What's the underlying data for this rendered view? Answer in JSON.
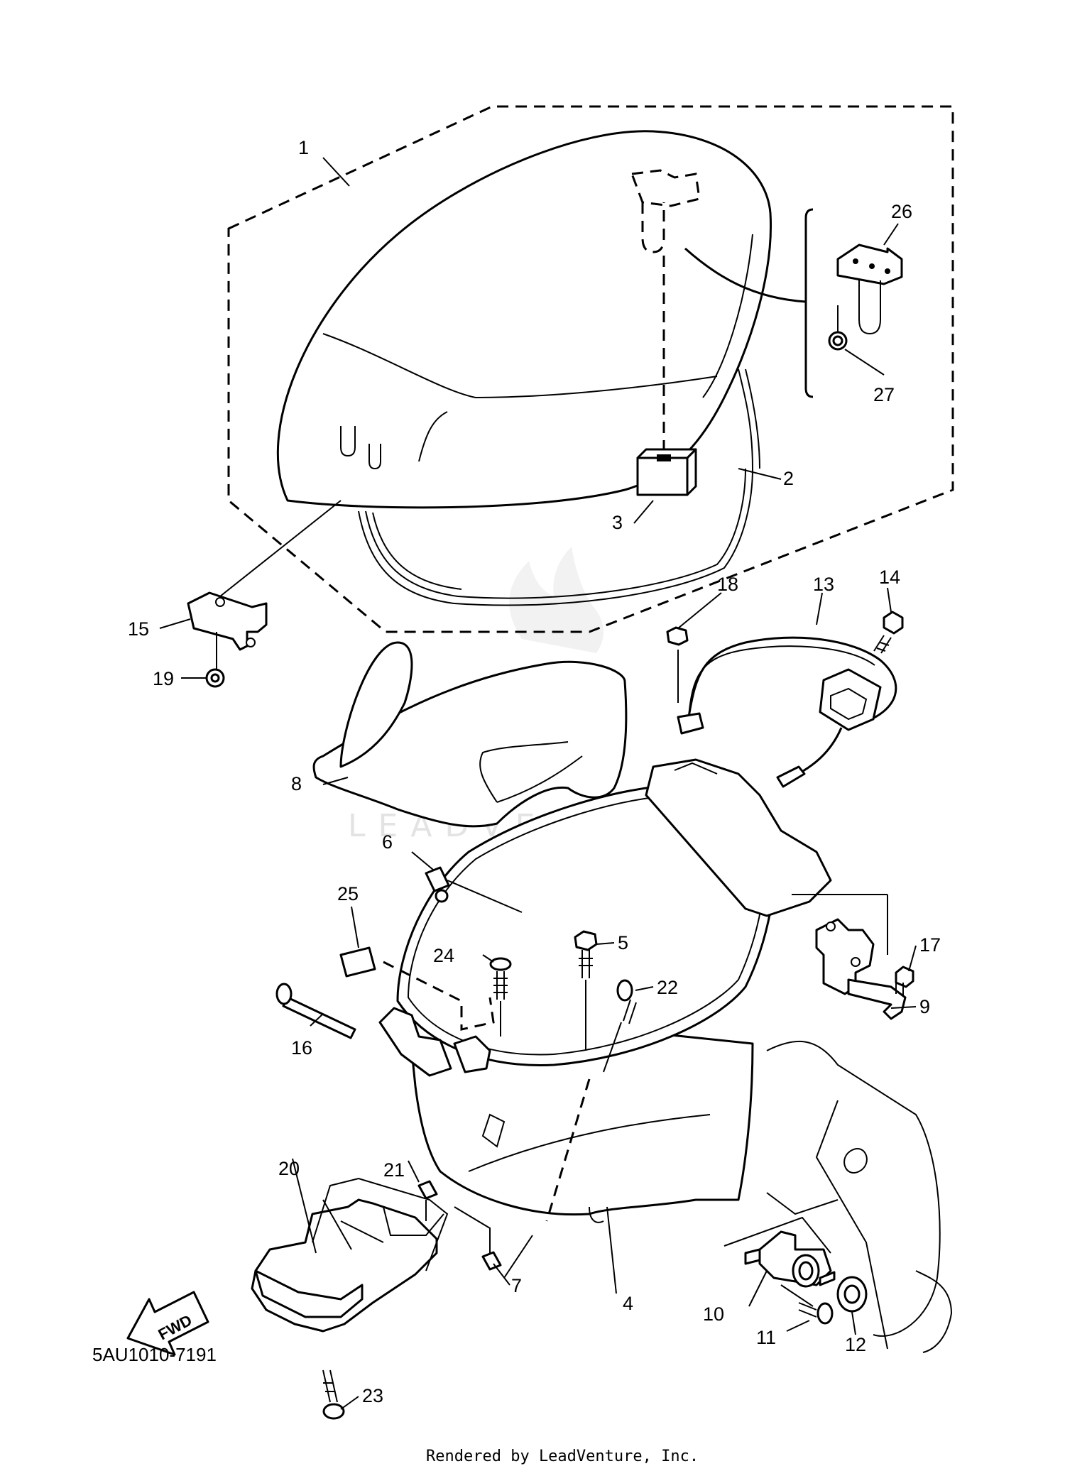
{
  "diagram": {
    "watermark": "LEADVENTURE",
    "drawing_code": "5AU1010-7191",
    "direction_label": "FWD",
    "rendered_by": "Rendered by LeadVenture, Inc.",
    "callouts": [
      "1",
      "2",
      "3",
      "4",
      "5",
      "6",
      "7",
      "8",
      "9",
      "10",
      "11",
      "12",
      "13",
      "14",
      "15",
      "16",
      "17",
      "18",
      "19",
      "20",
      "21",
      "22",
      "23",
      "24",
      "25",
      "26",
      "27"
    ]
  }
}
